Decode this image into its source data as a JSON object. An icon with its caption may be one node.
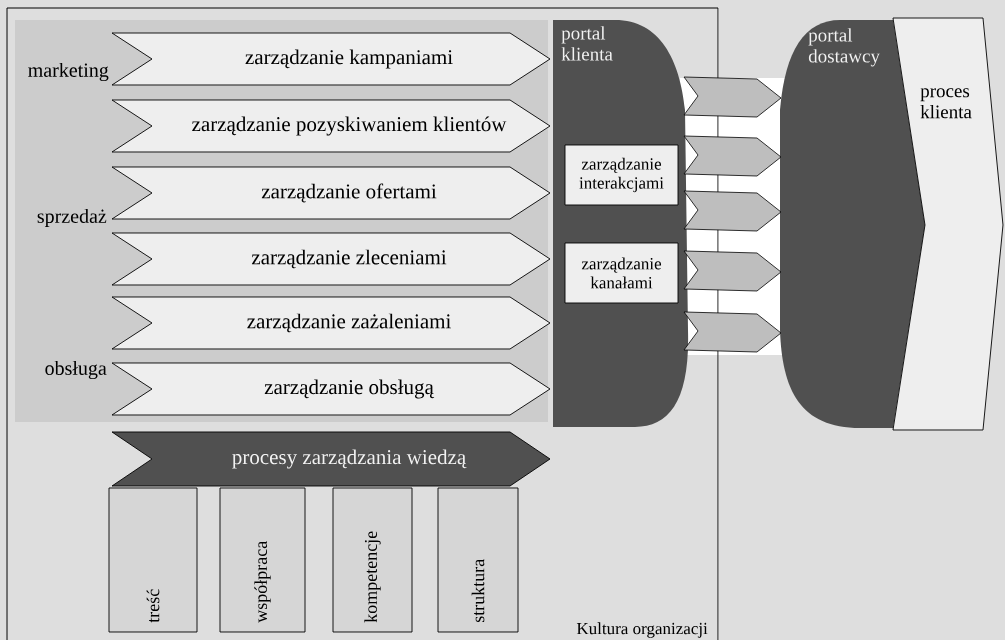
{
  "diagram": {
    "nodes": [
      {
        "text": [
          "Kultura organizacji"
        ]
      },
      {
        "text": [
          "zarządzanie kampaniami"
        ],
        "in": 0
      },
      {
        "text": [
          "zarządzanie pozyskiwaniem klientów"
        ],
        "in": 0
      },
      {
        "text": [
          "zarządzanie ofertami"
        ],
        "in": 0
      },
      {
        "text": [
          "zarządzanie zleceniami"
        ],
        "in": 0
      },
      {
        "text": [
          "zarządzanie zażaleniami"
        ],
        "in": 0
      },
      {
        "text": [
          "zarządzanie obsługą"
        ],
        "in": 0
      },
      {
        "text": [
          "procesy zarządzania wiedzą"
        ],
        "in": 0
      },
      {
        "text": [
          "treść"
        ],
        "in": 0
      },
      {
        "text": [
          "współpraca"
        ],
        "in": 0
      },
      {
        "text": [
          "kompetencje"
        ],
        "in": 0
      },
      {
        "text": [
          "struktura"
        ],
        "in": 0
      },
      {
        "text": [
          "portal klienta"
        ],
        "in": 0
      },
      {
        "text": [
          "zarządzanie interakcjami"
        ],
        "in": 12
      },
      {
        "text": [
          "zarządzanie kanałami"
        ],
        "in": 12
      },
      {
        "text": [
          "portal dostawcy"
        ]
      },
      {
        "text": [
          "proces klienta"
        ]
      }
    ],
    "edges": [
      {
        "from": 12,
        "to": 15,
        "arrow": "to"
      },
      {
        "from": 12,
        "to": 15,
        "arrow": "to"
      },
      {
        "from": 12,
        "to": 15,
        "arrow": "to"
      },
      {
        "from": 12,
        "to": 15,
        "arrow": "to"
      },
      {
        "from": 12,
        "to": 15,
        "arrow": "to"
      }
    ],
    "labels": [
      "marketing",
      "sprzedaż",
      "obsługa"
    ]
  }
}
